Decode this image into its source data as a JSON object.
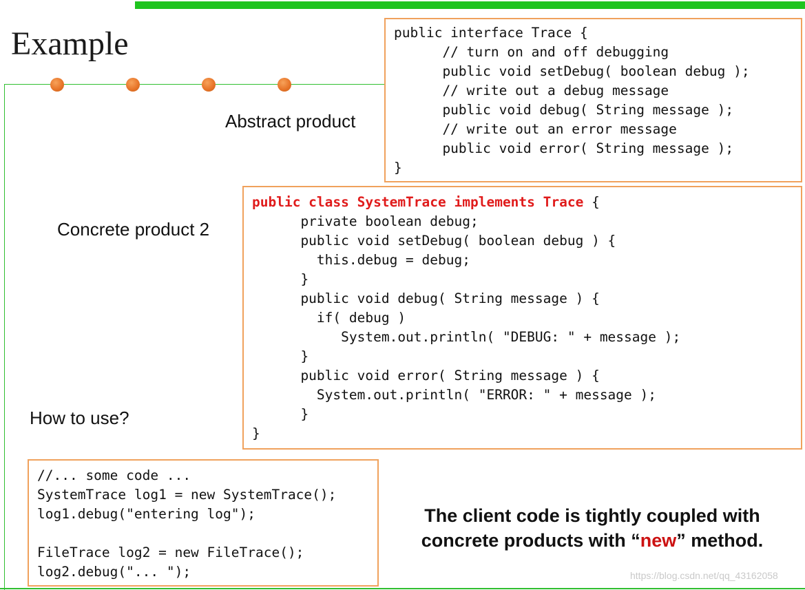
{
  "slide": {
    "title": "Example",
    "labels": {
      "abstract_product": "Abstract product",
      "concrete_product": "Concrete product 2",
      "how_to_use": "How to use?"
    },
    "note": {
      "line1": "The client code is tightly coupled with",
      "line2_prefix": "concrete products with “",
      "line2_highlight": "new",
      "line2_suffix": "” method."
    },
    "watermark": "https://blog.csdn.net/qq_43162058"
  },
  "code_interface": {
    "lines": [
      "public interface Trace {",
      "      // turn on and off debugging",
      "      public void setDebug( boolean debug );",
      "      // write out a debug message",
      "      public void debug( String message );",
      "      // write out an error message",
      "      public void error( String message );",
      "}"
    ]
  },
  "code_class": {
    "header_keywords": "public class SystemTrace implements Trace",
    "header_rest": " {",
    "lines": [
      "      private boolean debug;",
      "      public void setDebug( boolean debug ) {",
      "        this.debug = debug;",
      "      }",
      "      public void debug( String message ) {",
      "        if( debug )",
      "           System.out.println( \"DEBUG: \" + message );",
      "      }",
      "      public void error( String message ) {",
      "        System.out.println( \"ERROR: \" + message );",
      "      }",
      "}"
    ]
  },
  "code_usage": {
    "lines": [
      "//... some code ...",
      "SystemTrace log1 = new SystemTrace();",
      "log1.debug(\"entering log\");",
      "",
      "FileTrace log2 = new FileTrace();",
      "log2.debug(\"... \");"
    ]
  },
  "colors": {
    "accent_green": "#1fc41f",
    "box_border": "#f0a15c",
    "keyword_red": "#e01b1b",
    "bullet_orange": "#e8762a"
  }
}
